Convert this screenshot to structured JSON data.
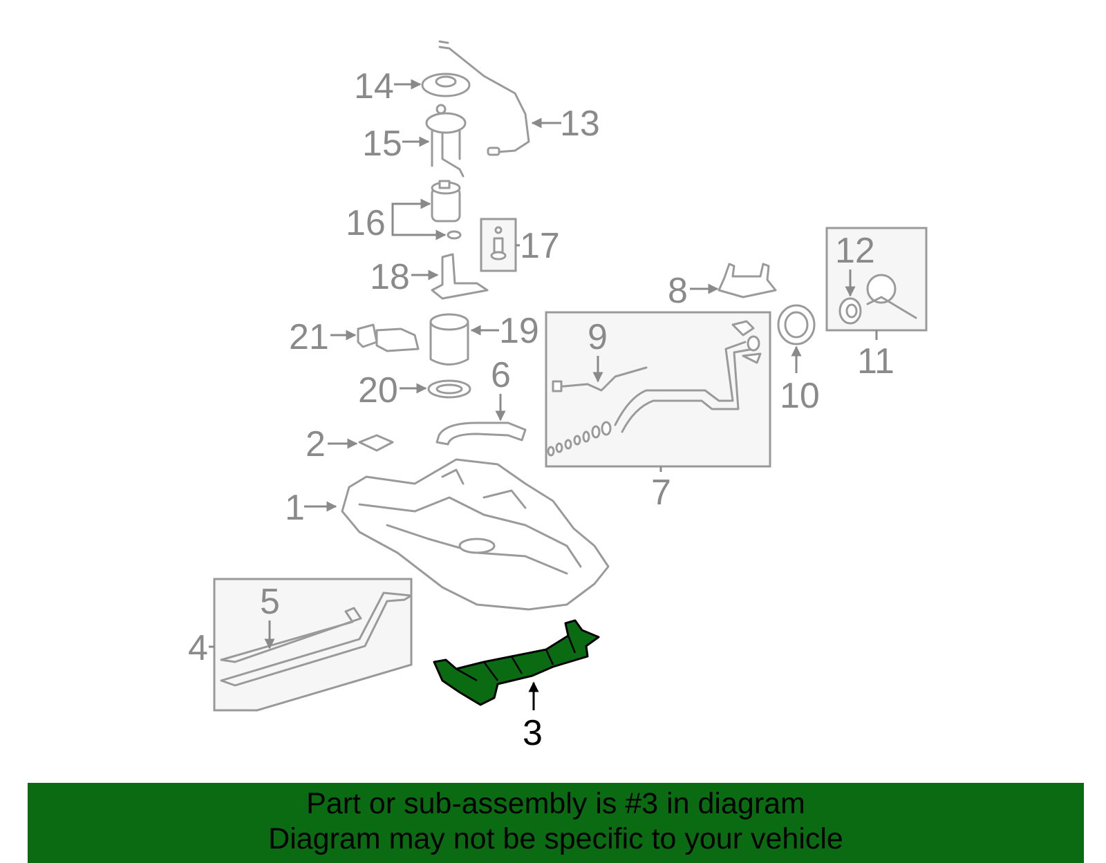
{
  "diagram": {
    "labels": {
      "p1": "1",
      "p2": "2",
      "p3": "3",
      "p4": "4",
      "p5": "5",
      "p6": "6",
      "p7": "7",
      "p8": "8",
      "p9": "9",
      "p10": "10",
      "p11": "11",
      "p12": "12",
      "p13": "13",
      "p14": "14",
      "p15": "15",
      "p16": "16",
      "p17": "17",
      "p18": "18",
      "p19": "19",
      "p20": "20",
      "p21": "21"
    },
    "highlighted_part": "3",
    "colors": {
      "highlight": "#0b6b12",
      "parts": "#9a9a9a",
      "box_fill": "#f6f6f6"
    }
  },
  "banner": {
    "line1": "Part or sub-assembly is #3 in diagram",
    "line2": "Diagram may not be specific to your vehicle",
    "color": "#0b6b12"
  }
}
